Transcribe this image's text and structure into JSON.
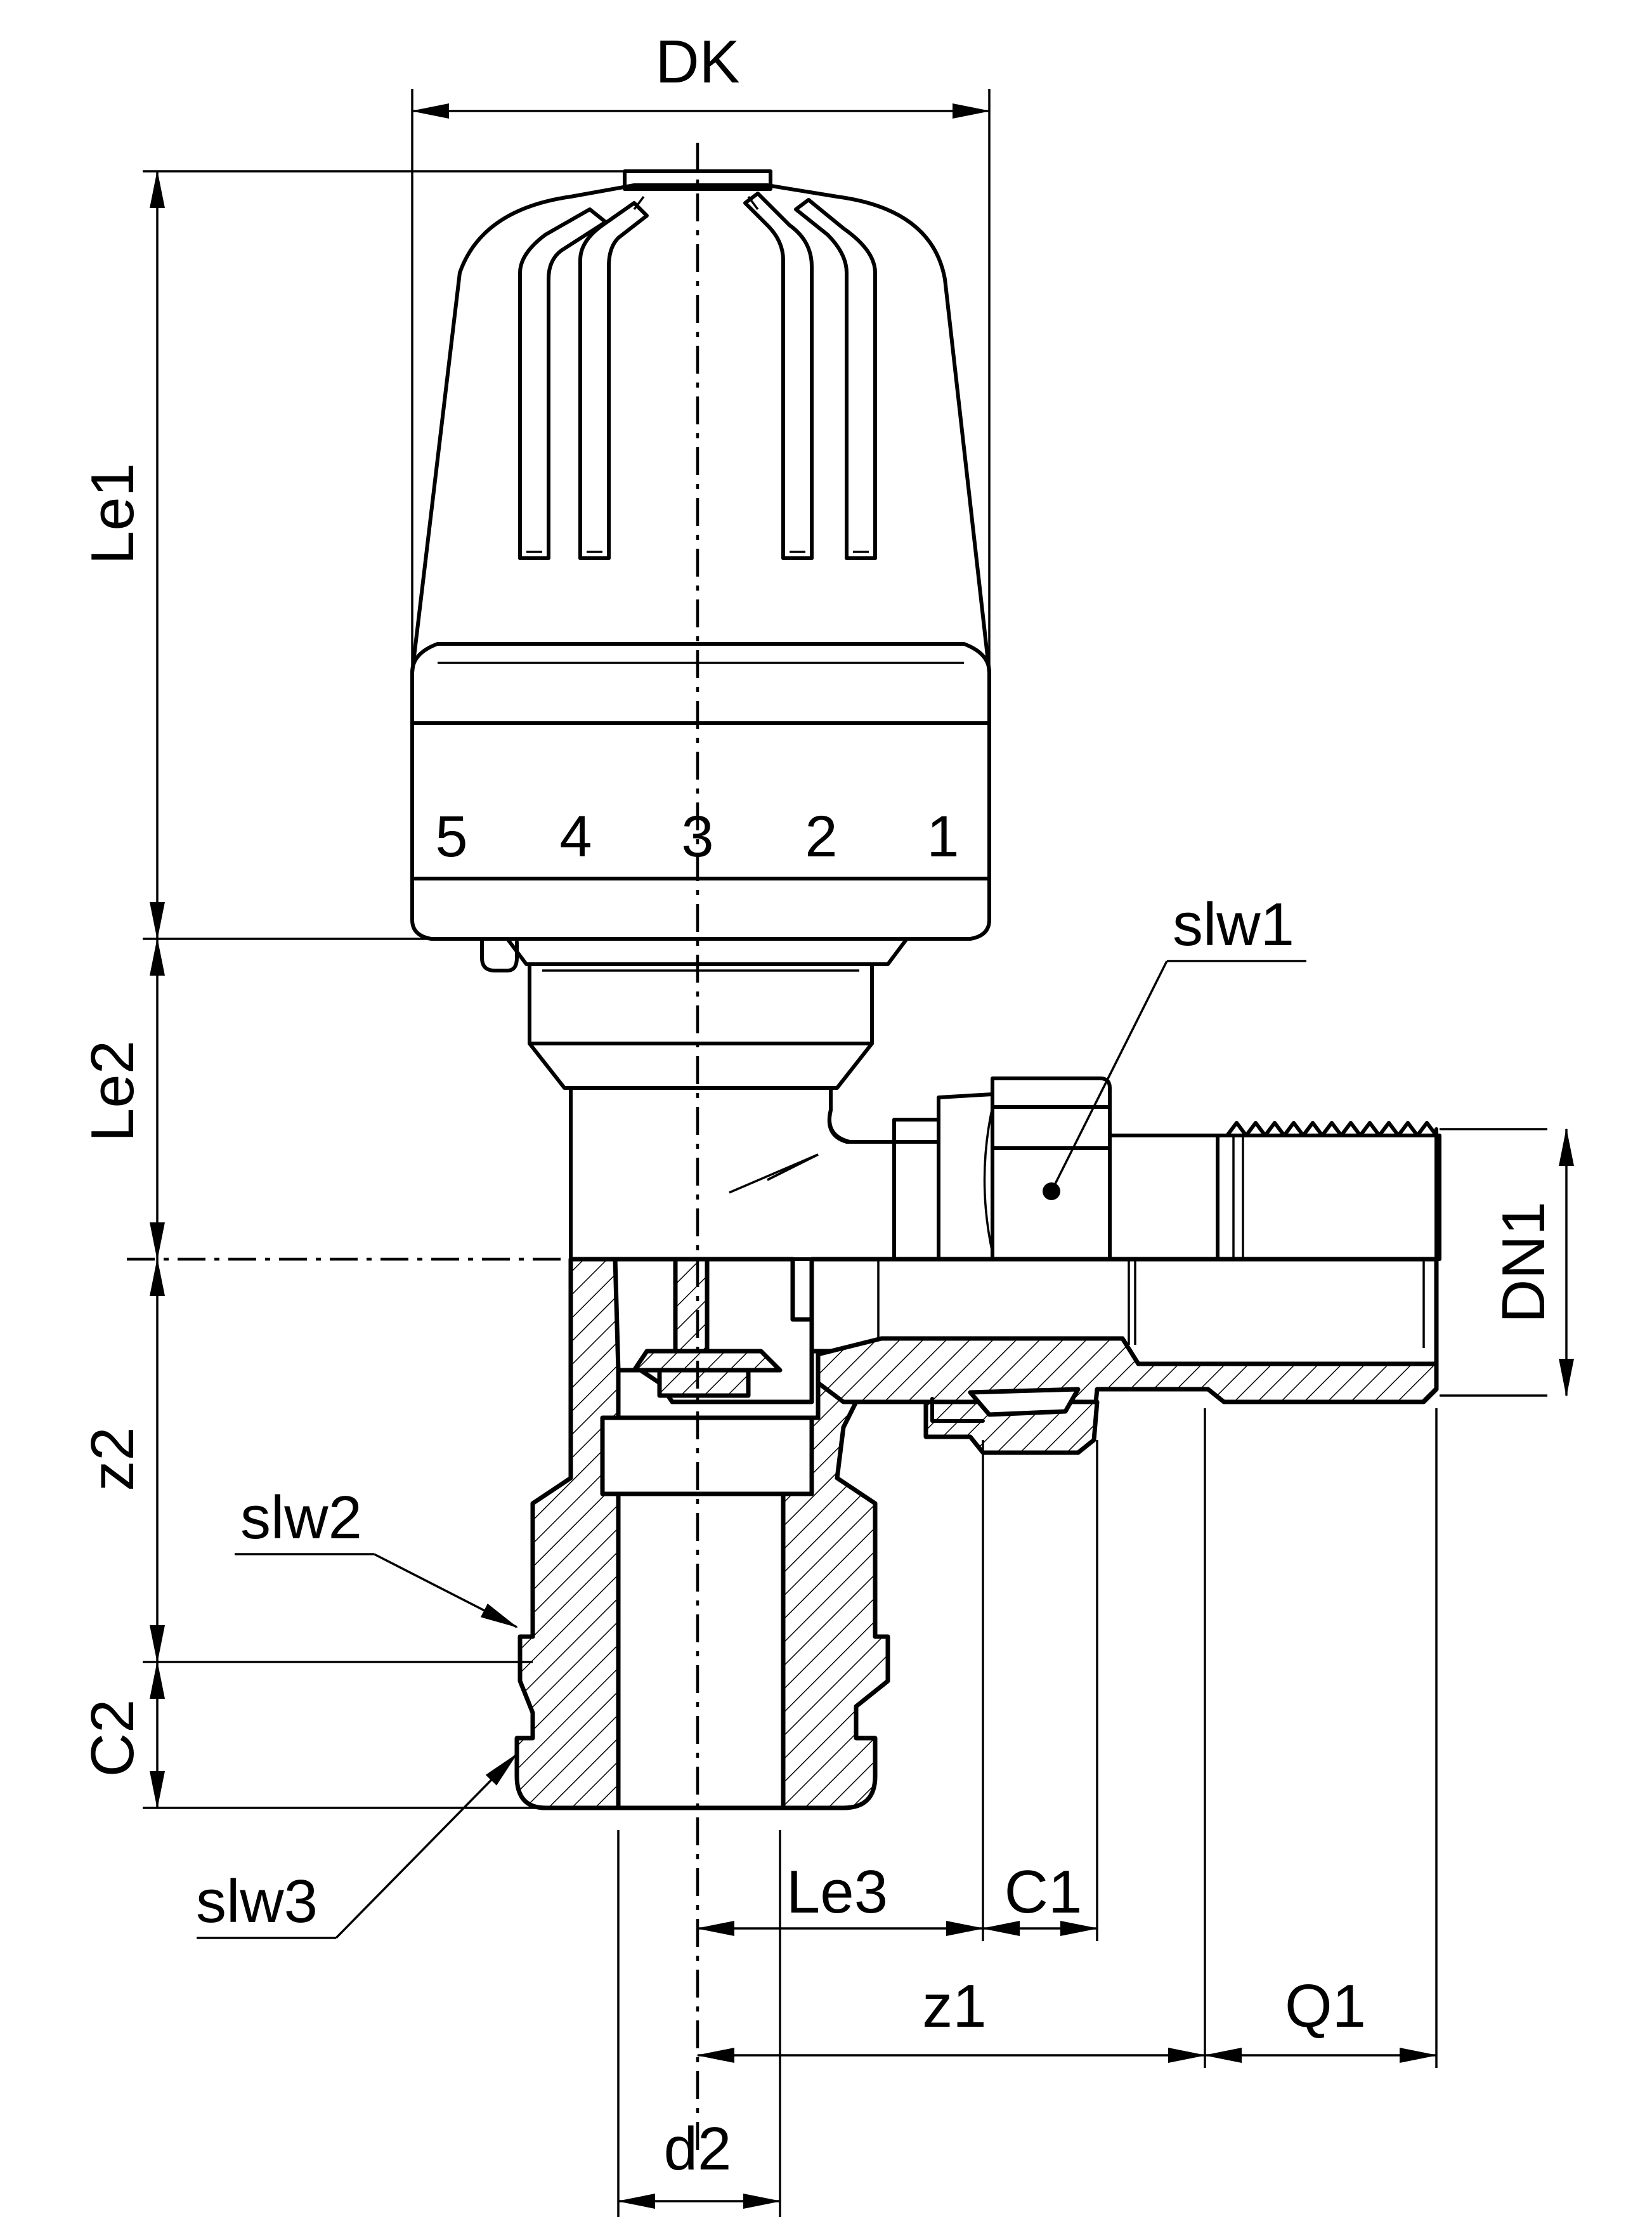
{
  "dimensions": {
    "dk": "DK",
    "le1": "Le1",
    "le2": "Le2",
    "le3": "Le3",
    "z1": "z1",
    "z2": "z2",
    "c1": "C1",
    "c2": "C2",
    "q1": "Q1",
    "d2": "d2",
    "dn1": "DN1"
  },
  "callouts": {
    "slw1": "slw1",
    "slw2": "slw2",
    "slw3": "slw3"
  },
  "scale": [
    "5",
    "4",
    "3",
    "2",
    "1"
  ]
}
